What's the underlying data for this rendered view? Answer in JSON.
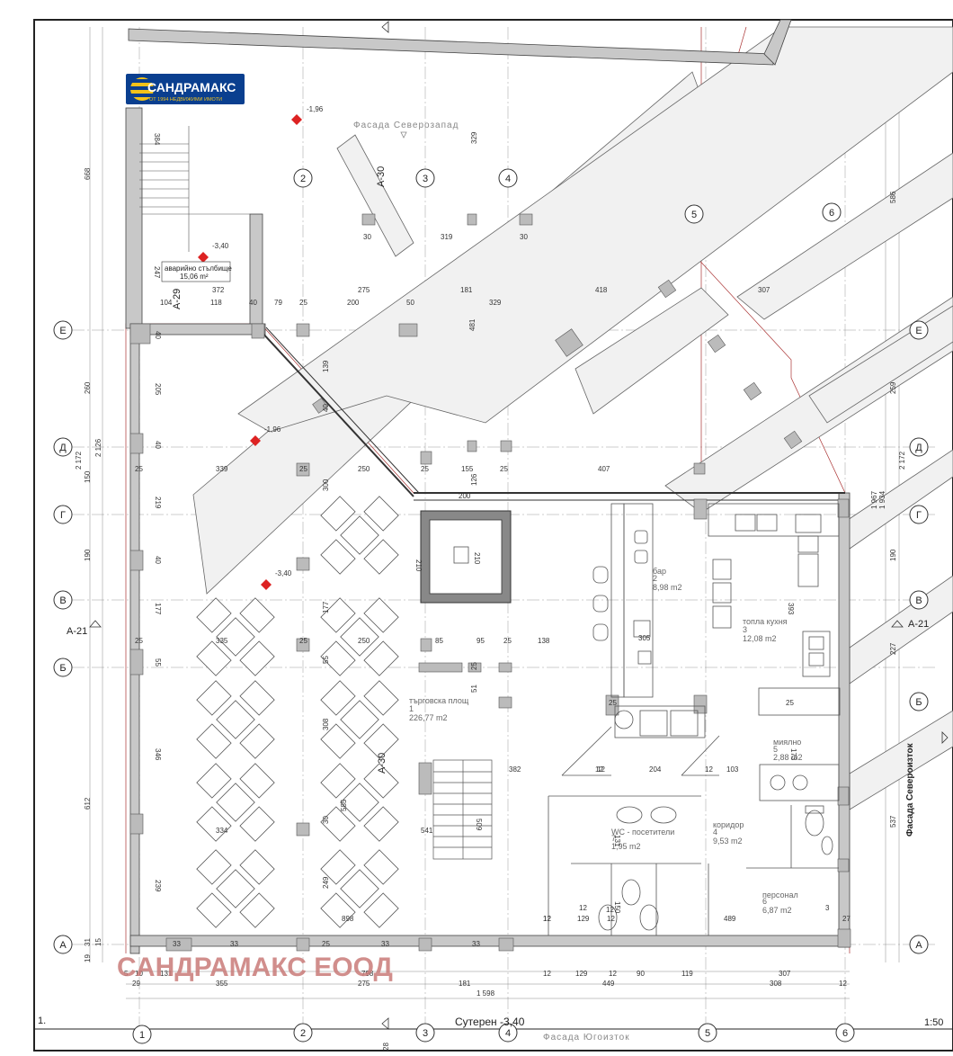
{
  "logo": {
    "name": "САНДРАМАКС",
    "tagline": "ОТ 1994 НЕДВИЖИМИ ИМОТИ"
  },
  "watermark": "САНДРАМАКС ЕООД",
  "title": "Сутерен -3,40",
  "scale": "1:50",
  "sheet_no": "1.",
  "facades": {
    "northwest": "Фасада Северозапад",
    "southeast": "Фасада Югоизток",
    "northeast": "Фасада Североизток"
  },
  "sections": {
    "a21": "А-21",
    "a29": "А-29",
    "a30": "А-30"
  },
  "grid_columns": [
    "1",
    "2",
    "3",
    "4",
    "5",
    "6"
  ],
  "grid_rows": [
    "Е",
    "Д",
    "Г",
    "В",
    "Б",
    "А"
  ],
  "levels": [
    "-1,96",
    "-3,40",
    "-1,96",
    "-3,40"
  ],
  "rooms": [
    {
      "name": "аварийно стълбище",
      "area": "15,06 m²"
    },
    {
      "name": "бар",
      "num": "2",
      "area": "8,98 m2"
    },
    {
      "name": "топла кухня",
      "num": "3",
      "area": "12,08 m2"
    },
    {
      "name": "търговска площ",
      "num": "1",
      "area": "226,77 m2"
    },
    {
      "name": "миялно",
      "num": "5",
      "area": "2,88 m2"
    },
    {
      "name": "WC - посетители",
      "num": "7",
      "area": "1,95 m2"
    },
    {
      "name": "коридор",
      "num": "4",
      "area": "9,53 m2"
    },
    {
      "name": "персонал",
      "num": "6",
      "area": "6,87 m2"
    }
  ],
  "dims": {
    "left_total": "2 172",
    "left_total2": "2 126",
    "right_total": "2 172",
    "right_total2": "1 934",
    "right_total3": "1 967",
    "left_chain": [
      "668",
      "260",
      "150",
      "190",
      "612"
    ],
    "right_chain": [
      "586",
      "259",
      "190",
      "227",
      "537"
    ],
    "bottom_total": "1 598",
    "bottom1": [
      "355",
      "275",
      "181",
      "449",
      "308",
      "12"
    ],
    "bottom2": [
      "798",
      "12",
      "129",
      "12",
      "90",
      "119",
      "307"
    ],
    "bottom3": [
      "29",
      "131",
      "5",
      "10",
      "19",
      "31",
      "15"
    ],
    "top_row": [
      "30",
      "319",
      "30",
      "329"
    ],
    "row_e": [
      "104",
      "118",
      "40",
      "79",
      "25",
      "200",
      "50",
      "329",
      "181",
      "418",
      "275",
      "372",
      "307"
    ],
    "row_d": [
      "25",
      "339",
      "25",
      "250",
      "25",
      "155",
      "25",
      "407",
      "200",
      "126"
    ],
    "row_b": [
      "25",
      "335",
      "25",
      "250",
      "85",
      "95",
      "25",
      "138"
    ],
    "row_a": [
      "33",
      "33",
      "25",
      "33",
      "33",
      "898",
      "12",
      "129",
      "12",
      "489",
      "27"
    ],
    "misc": [
      "384",
      "247",
      "205",
      "40",
      "40",
      "219",
      "40",
      "177",
      "55",
      "346",
      "239",
      "481",
      "139",
      "40",
      "300",
      "177",
      "55",
      "308",
      "585",
      "30",
      "249",
      "210",
      "210",
      "25",
      "51",
      "382",
      "12",
      "204",
      "103",
      "541",
      "509",
      "131",
      "150",
      "12",
      "393",
      "173",
      "305",
      "25",
      "25",
      "334",
      "12",
      "12",
      "12",
      "12",
      "3"
    ],
    "marks": [
      "28"
    ]
  }
}
